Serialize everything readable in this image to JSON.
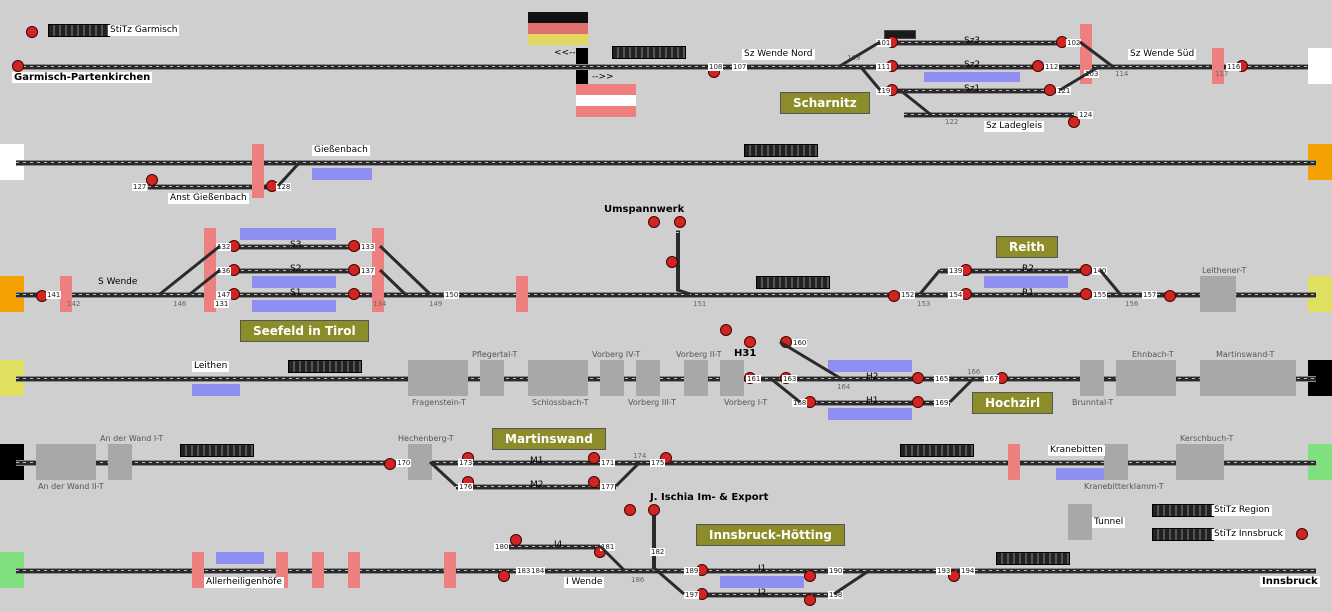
{
  "colors": {
    "track": "#2a2a2a",
    "signal_red": "#d32424",
    "occupied_blue": "#8f8ff2",
    "section_red": "#ee7f7f",
    "station_olive": "#8c8c28",
    "edge_orange": "#f4a000",
    "edge_yellow": "#e0e060",
    "edge_green": "#80e080",
    "edge_black": "#000000",
    "edge_white": "#ffffff"
  },
  "arrows": {
    "left": "<<--",
    "right": "-->>"
  },
  "stations": {
    "scharnitz": "Scharnitz",
    "reith": "Reith",
    "seefeld": "Seefeld in Tirol",
    "hochzirl": "Hochzirl",
    "martinswand": "Martinswand",
    "innsbruck_hoetting": "Innsbruck-Hötting"
  },
  "labels": {
    "stitz_garmisch": "StiTz Garmisch",
    "garmisch": "Garmisch-Partenkirchen",
    "sz_wende_nord": "Sz Wende Nord",
    "sz_wende_sued": "Sz Wende Süd",
    "sz3": "Sz3",
    "sz2": "Sz2",
    "sz1": "Sz1",
    "sz_ladegleis": "Sz Ladegleis",
    "giessenbach": "Gießenbach",
    "anst_giessenbach": "Anst Gießenbach",
    "umspannwerk": "Umspannwerk",
    "s_wende": "S Wende",
    "s3": "S3",
    "s2": "S2",
    "s1": "S1",
    "r2": "R2",
    "r1": "R1",
    "leithen": "Leithen",
    "h31": "H31",
    "h2": "H2",
    "h1": "H1",
    "m1": "M1",
    "m2": "M2",
    "kranebitten": "Kranebitten",
    "j_ischia": "J. Ischia Im- & Export",
    "tunnel": "Tunnel",
    "stitz_region": "StiTz Region",
    "stitz_innsbruck": "StiTz Innsbruck",
    "i4": "I4",
    "i1": "I1",
    "i2": "I2",
    "i_wende": "I Wende",
    "allerheiligenhoefe": "Allerheiligenhöfe",
    "innsbruck": "Innsbruck"
  },
  "sections": {
    "leithener": "Leithener-T",
    "pflegertal": "Pflegertal-T",
    "vorberg_iv": "Vorberg IV-T",
    "vorberg_ii": "Vorberg II-T",
    "fragenstein": "Fragenstein-T",
    "schlossbach": "Schlossbach-T",
    "vorberg_iii": "Vorberg III-T",
    "vorberg_i": "Vorberg I-T",
    "brunntal": "Brunntal-T",
    "ehnbach": "Ehnbach-T",
    "martinswand_t": "Martinswand-T",
    "an_der_wand_i": "An der Wand I-T",
    "an_der_wand_ii": "An der Wand II-T",
    "hechenberg": "Hechenberg-T",
    "kranebitterklamm": "Kranebitterklamm-T",
    "kerschbuch": "Kerschbuch-T"
  },
  "signal_numbers": {
    "s101": "101",
    "s102": "102",
    "s103": "103",
    "s107": "107",
    "s108": "108",
    "s109": "109",
    "s111": "111",
    "s112": "112",
    "s114": "114",
    "s116": "116",
    "s117": "117",
    "s119": "119",
    "s121": "121",
    "s122": "122",
    "s124": "124",
    "s127": "127",
    "s128": "128",
    "s131": "131",
    "s132": "132",
    "s133": "133",
    "s134": "134",
    "s136": "136",
    "s137": "137",
    "s139": "139",
    "s140": "140",
    "s141": "141",
    "s142": "142",
    "s146": "146",
    "s147": "147",
    "s149": "149",
    "s150": "150",
    "s151": "151",
    "s152": "152",
    "s153": "153",
    "s154": "154",
    "s155": "155",
    "s156": "156",
    "s157": "157",
    "s160": "160",
    "s161": "161",
    "s163": "163",
    "s164": "164",
    "s165": "165",
    "s166": "166",
    "s167": "167",
    "s168": "168",
    "s169": "169",
    "s170": "170",
    "s171": "171",
    "s173": "173",
    "s174": "174",
    "s175": "175",
    "s176": "176",
    "s177": "177",
    "s180": "180",
    "s181": "181",
    "s182": "182",
    "s183": "183",
    "s184": "184",
    "s186": "186",
    "s189": "189",
    "s190": "190",
    "s193": "193",
    "s194": "194",
    "s197": "197",
    "s198": "198"
  }
}
